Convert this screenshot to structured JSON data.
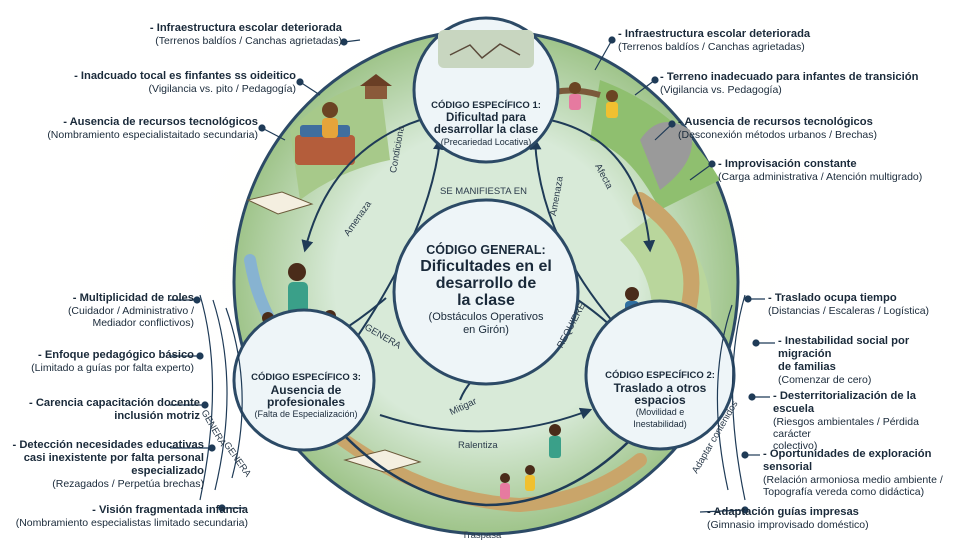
{
  "center": {
    "title": "CÓDIGO GENERAL:",
    "heading": [
      "Dificultades en el",
      "desarrollo de",
      "la clase"
    ],
    "subtitle": [
      "(Obstáculos Operativos",
      "en Girón)"
    ]
  },
  "top_code": {
    "title": "CÓDIGO ESPECÍFICO 1:",
    "heading": [
      "Dificultad para",
      "desarrollar la clase"
    ],
    "subtitle": "(Precariedad Locativa)"
  },
  "right_code": {
    "title": "CÓDIGO ESPECÍFICO 2:",
    "heading": [
      "Traslado a otros",
      "espacios"
    ],
    "subtitle": [
      "(Movilidad e",
      "Inestabilidad)"
    ]
  },
  "left_code": {
    "title": "CÓDIGO ESPECÍFICO 3:",
    "heading": [
      "Ausencia de",
      "profesionales"
    ],
    "subtitle": "(Falta de Especialización)"
  },
  "arrows": {
    "se_manifiesta": "SE MANIFIESTA EN",
    "condiciona": "Condiciona",
    "amenaza_left": "Amenaza",
    "amenaza_right": "Amenaza",
    "afecta": "Afecta",
    "genera_inner": "GENERA",
    "requiere": "REQUIERE",
    "mitigar": "Mitigar",
    "ralentiza": "Ralentiza",
    "traspasa": "Traspasa",
    "genera_outer1": "GENERA",
    "genera_outer2": "GENERA",
    "adaptar": "Adaptar contenidos"
  },
  "left_top_items": [
    {
      "title": "- Infraestructura escolar deteriorada",
      "sub": "(Terrenos baldíos / Canchas agrietadas)"
    },
    {
      "title": "- Inadcuado tocal es finfantes ss oideitico",
      "sub": "(Vigilancia vs. pito / Pedagogía)"
    },
    {
      "title": "- Ausencia de recursos tecnológicos",
      "sub": "(Nombramiento especialistaitado secundaria)"
    }
  ],
  "right_top_items": [
    {
      "title": "- Infraestructura escolar deteriorada",
      "sub": "(Terrenos baldíos / Canchas agrietadas)"
    },
    {
      "title": "- Terreno inadecuado para infantes de transición",
      "sub": "(Vigilancia vs. Pedagogía)"
    },
    {
      "title": "- Ausencia de recursos tecnológicos",
      "sub": "(Desconexión métodos urbanos / Brechas)"
    },
    {
      "title": "- Improvisación constante",
      "sub": "(Carga administrativa / Atención multigrado)"
    }
  ],
  "left_bottom_items": [
    {
      "title": "- Multiplicidad de roles",
      "sub": [
        "(Cuidador / Administrativo /",
        "Mediador conflictivos)"
      ]
    },
    {
      "title": "- Enfoque pedagógico básico",
      "sub": [
        "(Limitado a guías por falta experto)"
      ]
    },
    {
      "title": "- Carencia capacitación docente",
      "sub": [
        "inclusión motriz"
      ]
    },
    {
      "title": "- Detección necesidades educativas",
      "sub": [
        "casi inexistente por falta personal",
        "especializado",
        "(Rezagados / Perpetúa brechas)"
      ]
    },
    {
      "title": "- Visión fragmentada infancia",
      "sub": [
        "(Nombramiento especialistas limitado secundaria)"
      ]
    }
  ],
  "right_bottom_items": [
    {
      "title": "- Traslado ocupa tiempo",
      "sub": [
        "(Distancias / Escaleras / Logística)"
      ]
    },
    {
      "title": "- Inestabilidad social por migración",
      "sub": [
        "de familias",
        "(Comenzar de cero)"
      ]
    },
    {
      "title": "- Desterritorialización de la escuela",
      "sub": [
        "(Riesgos ambientales / Pérdida carácter",
        "colectivo)"
      ]
    },
    {
      "title": "- Oportunidades de exploración sensorial",
      "sub": [
        "(Relación armoniosa medio ambiente /",
        "Topografía vereda como didáctica)"
      ]
    },
    {
      "title": "- Adaptación guías impresas",
      "sub": [
        "(Gimnasio improvisado doméstico)"
      ]
    }
  ],
  "colors": {
    "ring_dark": "#1f3b57",
    "disk_fill": "#eaf2f6",
    "sky": "#cfe4ec",
    "green": "#7fae5a",
    "path": "#c9a56a"
  }
}
